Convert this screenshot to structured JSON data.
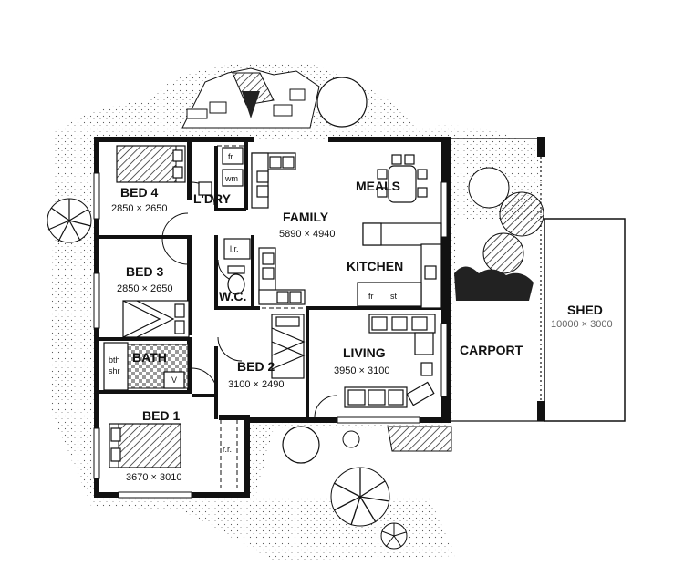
{
  "rooms": {
    "bed4": {
      "name": "BED 4",
      "dims": "2850 × 2650"
    },
    "laundry": {
      "name": "L'DRY"
    },
    "family": {
      "name": "FAMILY",
      "dims": "5890 × 4940"
    },
    "meals": {
      "name": "MEALS"
    },
    "bed3": {
      "name": "BED 3",
      "dims": "2850 × 2650"
    },
    "kitchen": {
      "name": "KITCHEN"
    },
    "wc": {
      "name": "W.C."
    },
    "bath": {
      "name": "BATH"
    },
    "bed2": {
      "name": "BED 2",
      "dims": "3100 × 2490"
    },
    "living": {
      "name": "LIVING",
      "dims": "3950 × 3100"
    },
    "carport": {
      "name": "CARPORT"
    },
    "shed": {
      "name": "SHED",
      "dims": "10000 × 3000"
    },
    "bed1": {
      "name": "BED 1",
      "dims": "3670 × 3010"
    }
  },
  "fixtures": {
    "fridge_laundry": "fr",
    "wm": "wm",
    "linen": "l.r.",
    "fridge_kitchen": "fr",
    "stove": "st",
    "bath_tub_line1": "bth",
    "bath_tub_line2": "shr",
    "vanity": "V",
    "robe": "r.r."
  }
}
